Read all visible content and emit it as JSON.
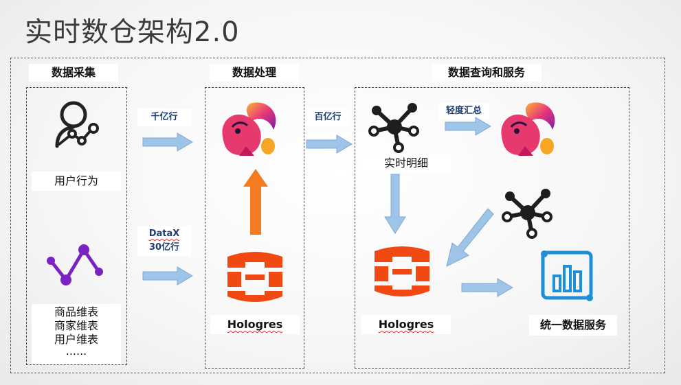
{
  "title": "实时数仓架构2.0",
  "sections": {
    "collect": "数据采集",
    "process": "数据处理",
    "query": "数据查询和服务"
  },
  "collect": {
    "user_behavior": "用户行为",
    "dims": [
      "商品维表",
      "商家维表",
      "用户维表",
      "......"
    ]
  },
  "flows": {
    "thousand": "千亿行",
    "datax": "DataX",
    "datax_rows": "30亿行",
    "hundred": "百亿行",
    "light_agg": "轻度汇总"
  },
  "process": {
    "hologres": "Hologres"
  },
  "query": {
    "realtime_detail": "实时明细",
    "hologres": "Hologres",
    "unified_service": "统一数据服务"
  },
  "colors": {
    "arrow_blue": "#9ec4e8",
    "arrow_orange": "#f47b20",
    "hologres_orange": "#f04a12",
    "purple": "#7a22c2",
    "service_blue": "#1c8fd8"
  }
}
